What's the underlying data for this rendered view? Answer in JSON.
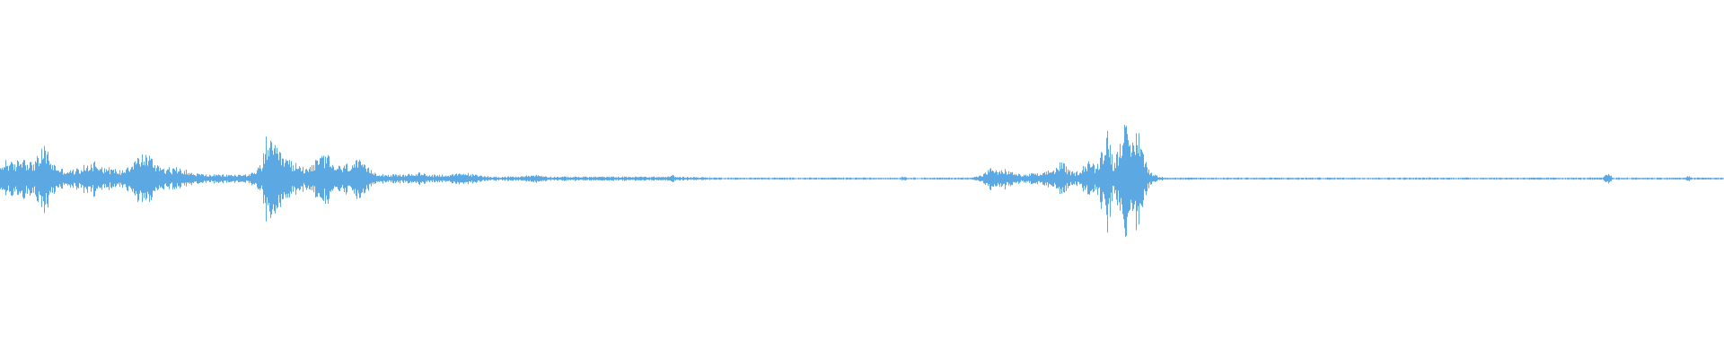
{
  "waveform": {
    "color": "#5ba8e3",
    "background": "#ffffff",
    "peak_envelope": [
      [
        0.0,
        0.05
      ],
      [
        0.003,
        0.1
      ],
      [
        0.008,
        0.07
      ],
      [
        0.013,
        0.12
      ],
      [
        0.018,
        0.08
      ],
      [
        0.022,
        0.11
      ],
      [
        0.026,
        0.17
      ],
      [
        0.03,
        0.08
      ],
      [
        0.035,
        0.05
      ],
      [
        0.04,
        0.04
      ],
      [
        0.045,
        0.05
      ],
      [
        0.05,
        0.07
      ],
      [
        0.055,
        0.09
      ],
      [
        0.06,
        0.06
      ],
      [
        0.065,
        0.05
      ],
      [
        0.07,
        0.04
      ],
      [
        0.075,
        0.08
      ],
      [
        0.08,
        0.11
      ],
      [
        0.085,
        0.13
      ],
      [
        0.09,
        0.08
      ],
      [
        0.095,
        0.06
      ],
      [
        0.1,
        0.05
      ],
      [
        0.105,
        0.06
      ],
      [
        0.11,
        0.03
      ],
      [
        0.12,
        0.02
      ],
      [
        0.13,
        0.02
      ],
      [
        0.14,
        0.02
      ],
      [
        0.148,
        0.03
      ],
      [
        0.152,
        0.09
      ],
      [
        0.154,
        0.2
      ],
      [
        0.158,
        0.17
      ],
      [
        0.162,
        0.13
      ],
      [
        0.166,
        0.1
      ],
      [
        0.17,
        0.08
      ],
      [
        0.175,
        0.06
      ],
      [
        0.18,
        0.07
      ],
      [
        0.185,
        0.1
      ],
      [
        0.189,
        0.13
      ],
      [
        0.193,
        0.07
      ],
      [
        0.198,
        0.06
      ],
      [
        0.203,
        0.08
      ],
      [
        0.208,
        0.09
      ],
      [
        0.212,
        0.06
      ],
      [
        0.218,
        0.03
      ],
      [
        0.225,
        0.02
      ],
      [
        0.235,
        0.02
      ],
      [
        0.242,
        0.03
      ],
      [
        0.25,
        0.02
      ],
      [
        0.262,
        0.02
      ],
      [
        0.27,
        0.03
      ],
      [
        0.275,
        0.02
      ],
      [
        0.285,
        0.01
      ],
      [
        0.3,
        0.01
      ],
      [
        0.31,
        0.02
      ],
      [
        0.32,
        0.01
      ],
      [
        0.34,
        0.01
      ],
      [
        0.36,
        0.01
      ],
      [
        0.388,
        0.01
      ],
      [
        0.39,
        0.02
      ],
      [
        0.392,
        0.01
      ],
      [
        0.42,
        0.005
      ],
      [
        0.45,
        0.005
      ],
      [
        0.48,
        0.005
      ],
      [
        0.5,
        0.005
      ],
      [
        0.522,
        0.005
      ],
      [
        0.524,
        0.015
      ],
      [
        0.526,
        0.005
      ],
      [
        0.55,
        0.005
      ],
      [
        0.56,
        0.005
      ],
      [
        0.566,
        0.01
      ],
      [
        0.57,
        0.02
      ],
      [
        0.573,
        0.04
      ],
      [
        0.576,
        0.06
      ],
      [
        0.579,
        0.03
      ],
      [
        0.582,
        0.05
      ],
      [
        0.585,
        0.04
      ],
      [
        0.588,
        0.03
      ],
      [
        0.592,
        0.02
      ],
      [
        0.596,
        0.02
      ],
      [
        0.6,
        0.03
      ],
      [
        0.604,
        0.02
      ],
      [
        0.608,
        0.04
      ],
      [
        0.612,
        0.05
      ],
      [
        0.616,
        0.09
      ],
      [
        0.62,
        0.04
      ],
      [
        0.624,
        0.03
      ],
      [
        0.628,
        0.06
      ],
      [
        0.632,
        0.1
      ],
      [
        0.636,
        0.05
      ],
      [
        0.64,
        0.18
      ],
      [
        0.643,
        0.26
      ],
      [
        0.646,
        0.07
      ],
      [
        0.649,
        0.16
      ],
      [
        0.652,
        0.35
      ],
      [
        0.655,
        0.15
      ],
      [
        0.658,
        0.21
      ],
      [
        0.661,
        0.26
      ],
      [
        0.664,
        0.1
      ],
      [
        0.667,
        0.04
      ],
      [
        0.672,
        0.01
      ],
      [
        0.68,
        0.005
      ],
      [
        0.7,
        0.005
      ],
      [
        0.75,
        0.005
      ],
      [
        0.8,
        0.005
      ],
      [
        0.85,
        0.005
      ],
      [
        0.9,
        0.005
      ],
      [
        0.93,
        0.005
      ],
      [
        0.933,
        0.03
      ],
      [
        0.936,
        0.005
      ],
      [
        0.96,
        0.005
      ],
      [
        0.978,
        0.005
      ],
      [
        0.98,
        0.015
      ],
      [
        0.982,
        0.005
      ],
      [
        1.0,
        0.005
      ]
    ]
  }
}
